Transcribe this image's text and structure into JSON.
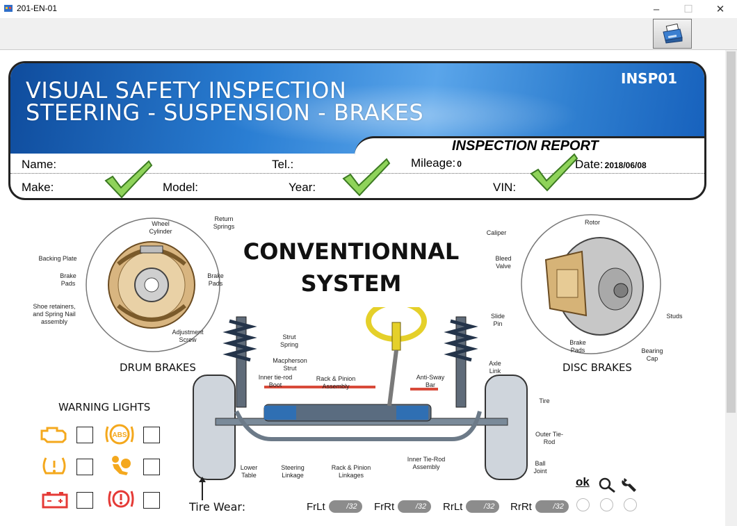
{
  "window": {
    "title": "201-EN-01",
    "minimize": "–",
    "maximize": "☐",
    "close": "✕"
  },
  "header": {
    "title_line1": "VISUAL SAFETY INSPECTION",
    "title_line2": "STEERING - SUSPENSION - BRAKES",
    "code": "INSP01",
    "report_label": "INSPECTION REPORT"
  },
  "fields": {
    "name": "Name:",
    "tel": "Tel.:",
    "mileage": "Mileage:",
    "mileage_value": "0",
    "date": "Date:",
    "date_value": "2018/06/08",
    "make": "Make:",
    "model": "Model:",
    "year": "Year:",
    "vin": "VIN:"
  },
  "diagram": {
    "title_line1": "CONVENTIONNAL",
    "title_line2": "SYSTEM",
    "drum_caption": "DRUM BRAKES",
    "disc_caption": "DISC BRAKES",
    "drum_labels": {
      "wheel_cylinder": "Wheel Cylinder",
      "return_springs": "Return Springs",
      "backing_plate": "Backing Plate",
      "brake_pads_left": "Brake Pads",
      "brake_pads_right": "Brake Pads",
      "shoe_retainers": "Shoe retainers, and Spring Nail assembly",
      "adjustment_screw": "Adjustment Screw"
    },
    "disc_labels": {
      "caliper": "Caliper",
      "rotor": "Rotor",
      "bleed_valve": "Bleed Valve",
      "slide_pin": "Slide Pin",
      "studs": "Studs",
      "brake_pads": "Brake Pads",
      "bearing_cap": "Bearing Cap"
    },
    "chassis_labels": {
      "strut_spring": "Strut Spring",
      "macpherson": "Macpherson Strut",
      "inner_tie_rod_boot": "Inner tie-rod Boot",
      "rack_pinion_assembly": "Rack & Pinion Assembly",
      "anti_sway": "Anti-Sway Bar",
      "axle_link": "Axle Link",
      "tire": "Tire",
      "outer_tie_rod": "Outer Tie-Rod",
      "ball_joint": "Ball Joint",
      "inner_tie_rod_assembly": "Inner Tie-Rod Assembly",
      "rack_pinion_linkages": "Rack & Pinion Linkages",
      "steering_linkage": "Steering Linkage",
      "lower_table": "Lower Table"
    }
  },
  "warning": {
    "title": "WARNING LIGHTS",
    "abs_text": "ABS"
  },
  "tire_wear": {
    "label": "Tire Wear:",
    "gauges": [
      {
        "label": "FrLt",
        "value": "/32"
      },
      {
        "label": "FrRt",
        "value": "/32"
      },
      {
        "label": "RrLt",
        "value": "/32"
      },
      {
        "label": "RrRt",
        "value": "/32"
      }
    ]
  },
  "status": {
    "ok_label": "ok"
  },
  "colors": {
    "banner": "#1a64c2",
    "warning_orange": "#f4a81d",
    "warning_red": "#e53a36",
    "check_green": "#7ec84a",
    "pill": "#8c8c8c"
  }
}
